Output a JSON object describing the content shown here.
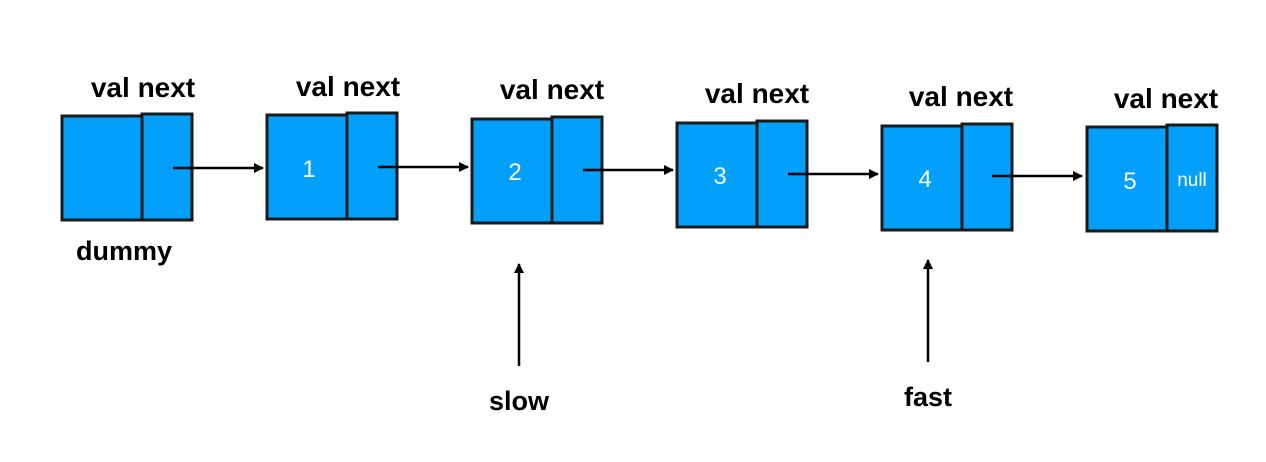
{
  "diagram": {
    "colors": {
      "node_fill": "#02a0fb",
      "node_border": "#1a1a1a",
      "arrow": "#000000",
      "text_on_node": "#ffffff"
    },
    "nodes": [
      {
        "header": "val next",
        "val": "",
        "next": ""
      },
      {
        "header": "val next",
        "val": "1",
        "next": ""
      },
      {
        "header": "val next",
        "val": "2",
        "next": ""
      },
      {
        "header": "val next",
        "val": "3",
        "next": ""
      },
      {
        "header": "val next",
        "val": "4",
        "next": ""
      },
      {
        "header": "val next",
        "val": "5",
        "next": "null"
      }
    ],
    "labels": {
      "dummy": "dummy",
      "slow": "slow",
      "fast": "fast"
    }
  }
}
